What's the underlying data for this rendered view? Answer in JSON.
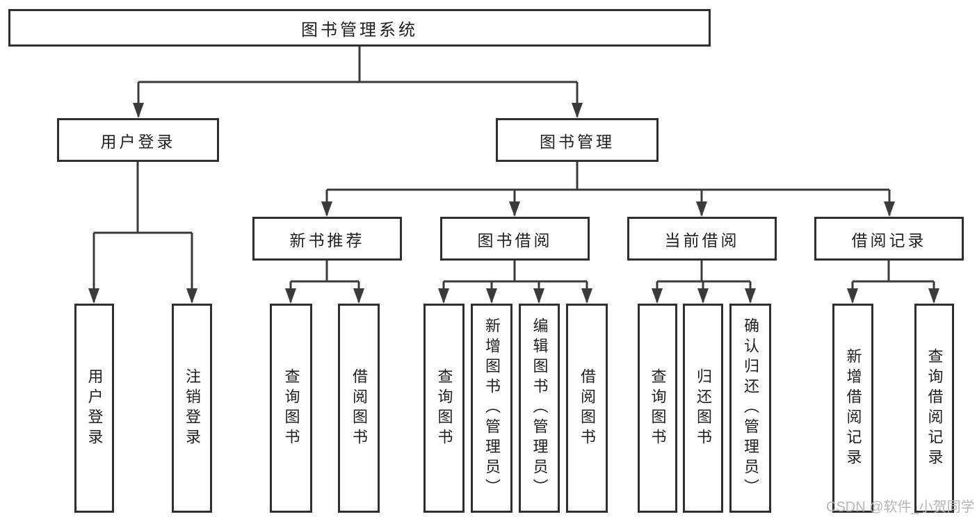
{
  "diagram_title": "图书管理系统",
  "colors": {
    "line": "#3a3a3a",
    "border": "#2f2f2f",
    "bg": "#ffffff",
    "text": "#1f1f1f",
    "watermark": "#b5b5b5"
  },
  "nodes": {
    "root": {
      "label": "图书管理系统"
    },
    "level1": [
      {
        "label": "用户登录"
      },
      {
        "label": "图书管理"
      }
    ],
    "level2": [
      {
        "label": "新书推荐"
      },
      {
        "label": "图书借阅"
      },
      {
        "label": "当前借阅"
      },
      {
        "label": "借阅记录"
      }
    ],
    "leaves": [
      {
        "label": "用户登录",
        "parent": "用户登录"
      },
      {
        "label": "注销登录",
        "parent": "用户登录"
      },
      {
        "label": "查询图书",
        "parent": "新书推荐"
      },
      {
        "label": "借阅图书",
        "parent": "新书推荐"
      },
      {
        "label": "查询图书",
        "parent": "图书借阅"
      },
      {
        "label": "新增图书（管理员）",
        "parent": "图书借阅"
      },
      {
        "label": "编辑图书（管理员）",
        "parent": "图书借阅"
      },
      {
        "label": "借阅图书",
        "parent": "图书借阅"
      },
      {
        "label": "查询图书",
        "parent": "当前借阅"
      },
      {
        "label": "归还图书",
        "parent": "当前借阅"
      },
      {
        "label": "确认归还（管理员）",
        "parent": "当前借阅"
      },
      {
        "label": "新增借阅记录",
        "parent": "借阅记录"
      },
      {
        "label": "查询借阅记录",
        "parent": "借阅记录"
      }
    ]
  },
  "watermark": {
    "text": "CSDN @软件_小贺同学"
  }
}
